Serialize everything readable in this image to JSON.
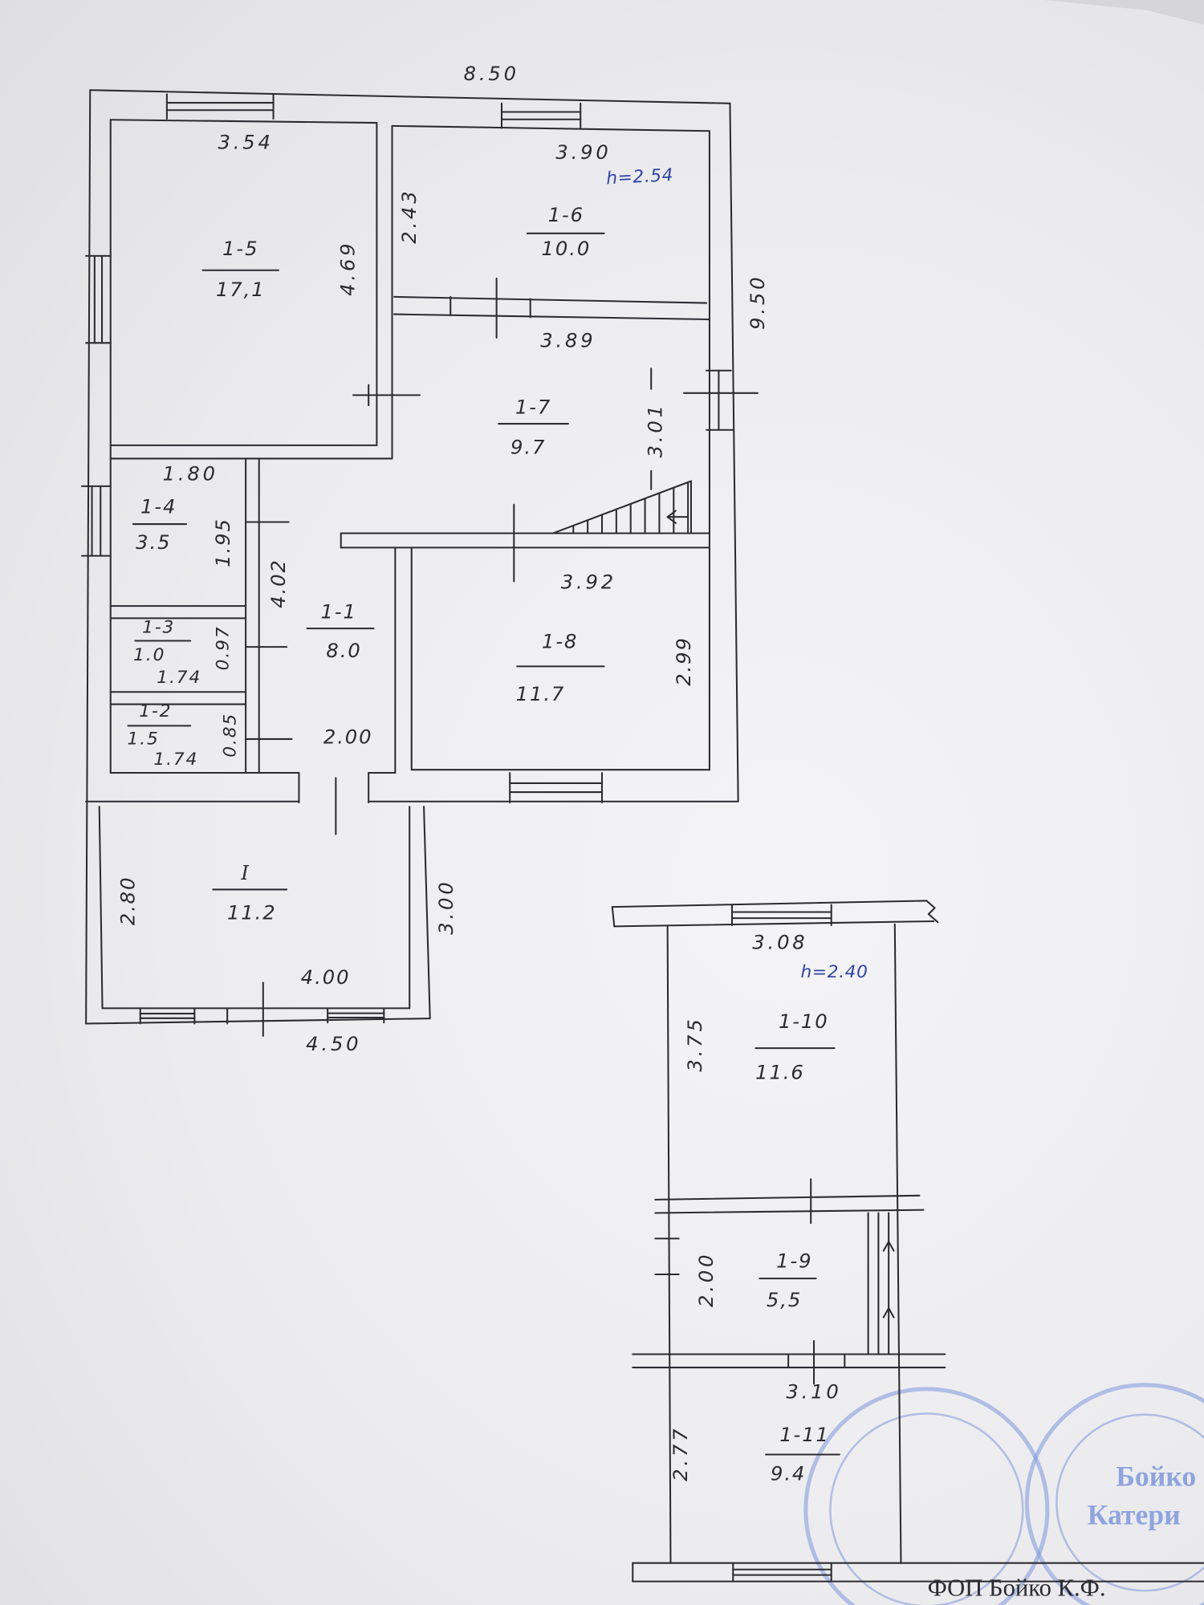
{
  "main_plan": {
    "height_note": "h=2.54",
    "dims": {
      "total_width": "8.50",
      "total_depth": "9.50",
      "room_1_5_width": "3.54",
      "room_1_5_depth": "4.69",
      "room_1_6_width": "3.90",
      "room_1_6_depth": "2.43",
      "room_1_7_width": "3.89",
      "room_1_7_depth": "3.01",
      "room_1_4_width": "1.80",
      "room_1_4_depth": "1.95",
      "room_1_1_depth": "4.02",
      "room_1_1_width": "2.00",
      "room_1_8_width": "3.92",
      "room_1_8_depth": "2.99",
      "room_1_3_width": "1.74",
      "room_1_3_depth": "0.97",
      "room_1_2_width": "1.74",
      "room_1_2_depth": "0.85"
    },
    "rooms": {
      "room_1_1": {
        "number": "1-1",
        "area": "8.0"
      },
      "room_1_2": {
        "number": "1-2",
        "area": "1.5"
      },
      "room_1_3": {
        "number": "1-3",
        "area": "1.0"
      },
      "room_1_4": {
        "number": "1-4",
        "area": "3.5"
      },
      "room_1_5": {
        "number": "1-5",
        "area": "17,1"
      },
      "room_1_6": {
        "number": "1-6",
        "area": "10.0"
      },
      "room_1_7": {
        "number": "1-7",
        "area": "9.7"
      },
      "room_1_8": {
        "number": "1-8",
        "area": "11.7"
      }
    }
  },
  "porch": {
    "number": "I",
    "area": "11.2",
    "dims": {
      "inner_width": "4.00",
      "outer_width": "4.50",
      "inner_depth": "2.80",
      "outer_depth": "3.00"
    }
  },
  "annex_plan": {
    "height_note": "h=2.40",
    "dims": {
      "room_1_10_width": "3.08",
      "room_1_10_depth": "3.75",
      "room_1_9_depth": "2.00",
      "room_1_11_width": "3.10",
      "room_1_11_depth": "2.77"
    },
    "rooms": {
      "room_1_10": {
        "number": "1-10",
        "area": "11.6"
      },
      "room_1_9": {
        "number": "1-9",
        "area": "5,5"
      },
      "room_1_11": {
        "number": "1-11",
        "area": "9.4"
      }
    }
  },
  "stamp": {
    "lines": [
      "Бойко",
      "Катери"
    ]
  },
  "signature": "ФОП Бойко К.Ф.",
  "colors": {
    "ink": "#2b2b30",
    "blue_note": "#2f44a8",
    "stamp": "#7e98dc",
    "paper": "#ebebee"
  }
}
